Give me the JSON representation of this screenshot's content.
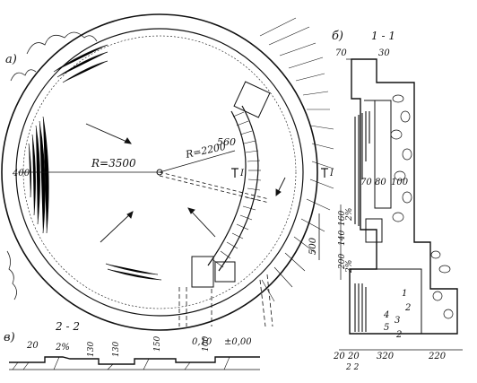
{
  "panels": {
    "a": "а)",
    "b": "б)",
    "v": "в)"
  },
  "sections": {
    "s11": "1 - 1",
    "s22": "2 - 2",
    "cut_mark": "I"
  },
  "plan": {
    "outer_radius": "R=3500",
    "inner_radius": "R=2200",
    "dim_400": "400",
    "dim_560": "560",
    "dim_500": "500"
  },
  "section_11": {
    "top_70": "70",
    "top_30": "30",
    "d70": "70",
    "d80": "80",
    "d100": "100",
    "slope1": "2%",
    "v160": "160",
    "v140": "140",
    "v200": "200",
    "slope2": "2%",
    "b20a": "20",
    "b20b": "20",
    "b320": "320",
    "b220": "220",
    "bottom22": "2 2",
    "layers": [
      "1",
      "2",
      "4",
      "3",
      "5",
      "2"
    ]
  },
  "section_22": {
    "d20": "20",
    "slope": "2%",
    "h130a": "130",
    "h130b": "130",
    "h150": "150",
    "h100": "100",
    "elev1": "0,10",
    "elev2": "±0,00"
  }
}
